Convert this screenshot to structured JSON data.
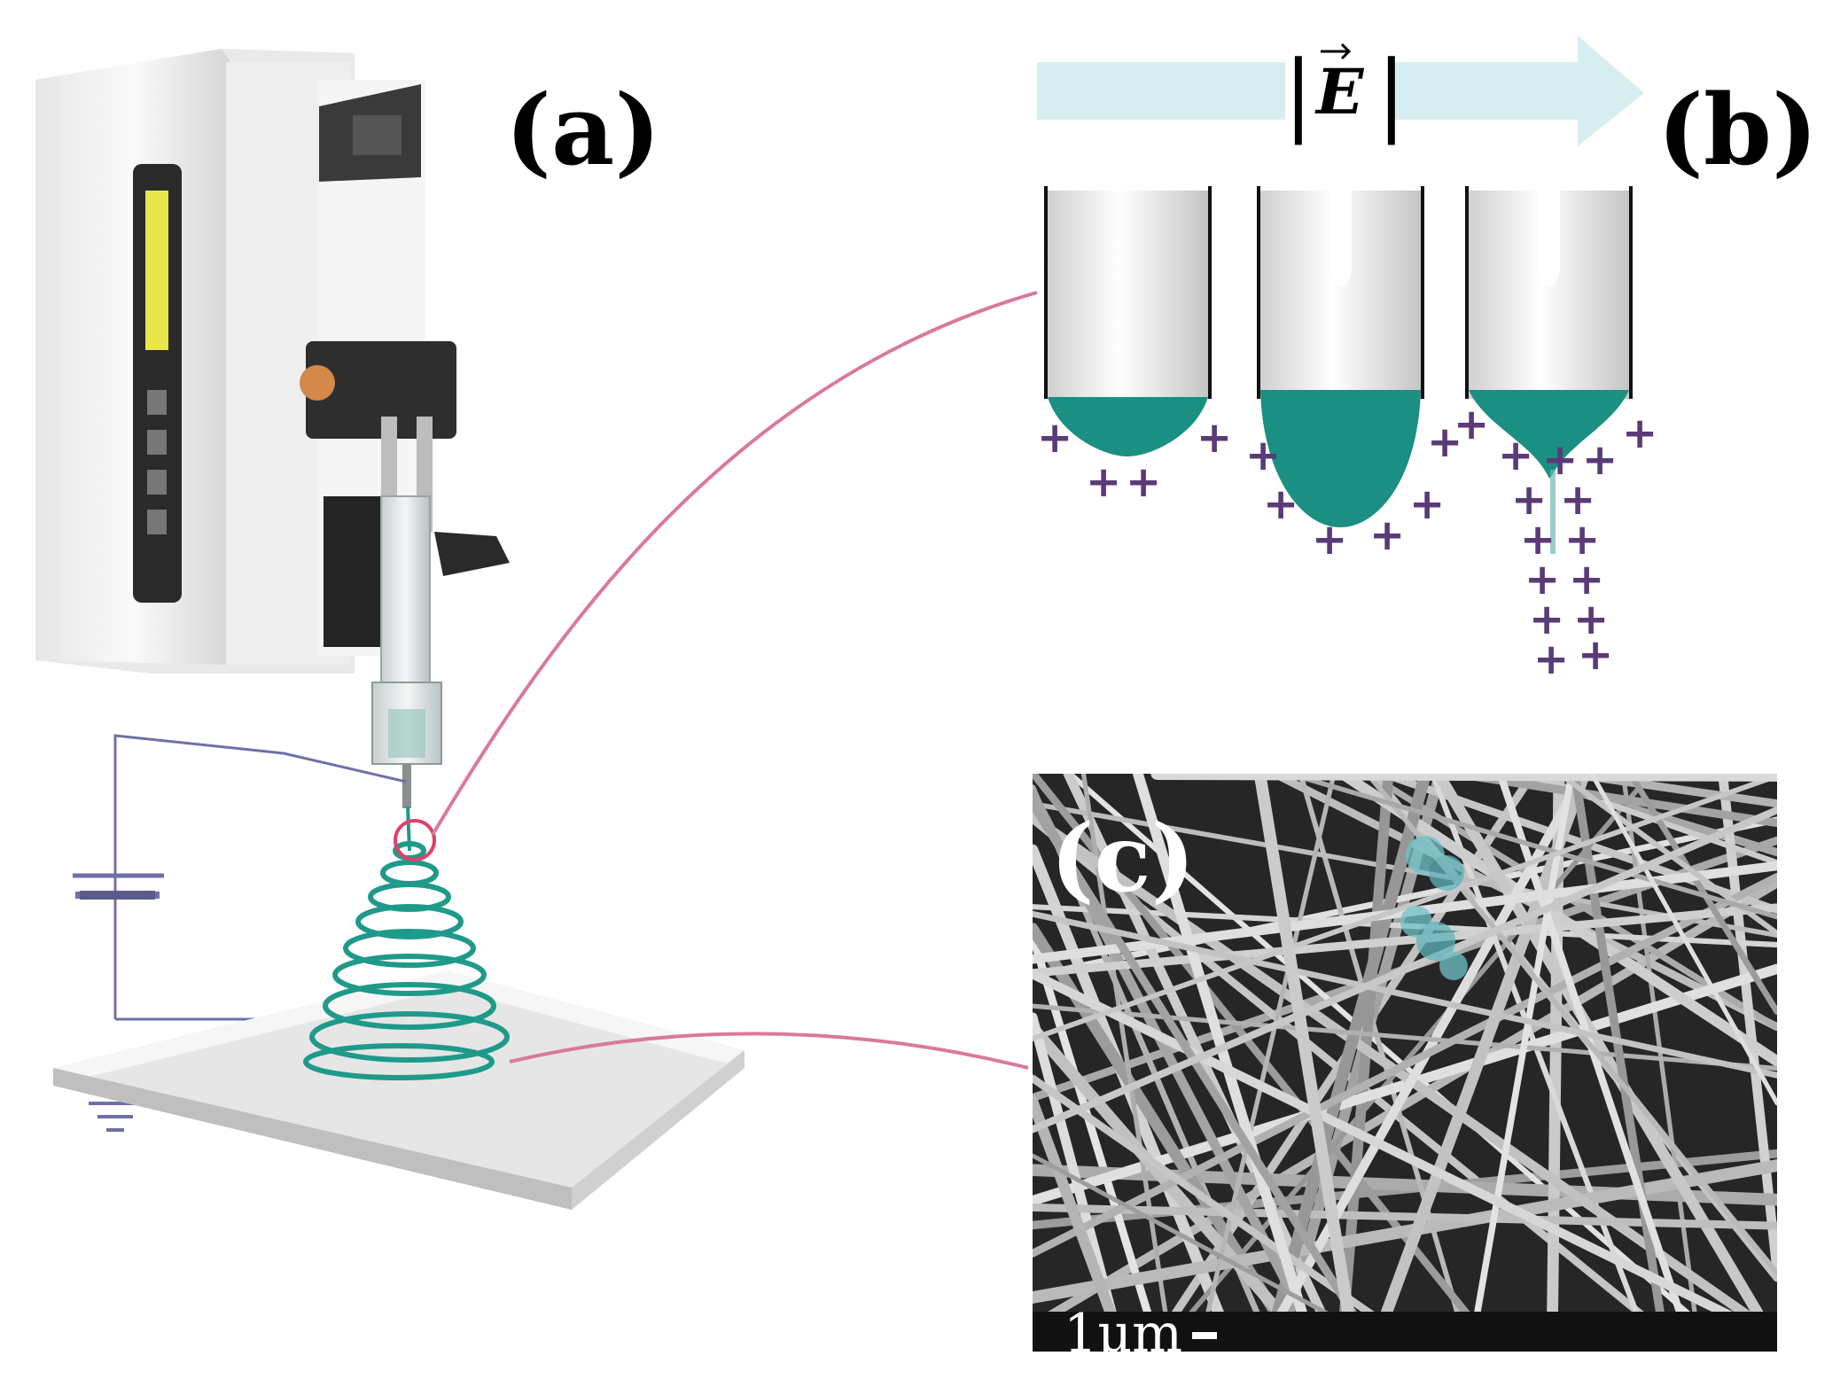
{
  "figure": {
    "labels": {
      "a": "(a)",
      "b": "(b)",
      "c": "(c)"
    },
    "field_symbol": "E",
    "field_bars": "|",
    "scale_bar": "1μm",
    "charge_sign": "+"
  },
  "colors": {
    "polymer": "#1a8f82",
    "jet": "#1f9a8a",
    "wire": "#6f6fa8",
    "connector": "#d97a98",
    "charge": "#5b3a78",
    "arrow": "#d7eef0",
    "sem_bg": "#262626",
    "fiber": "#bdbdbd"
  }
}
